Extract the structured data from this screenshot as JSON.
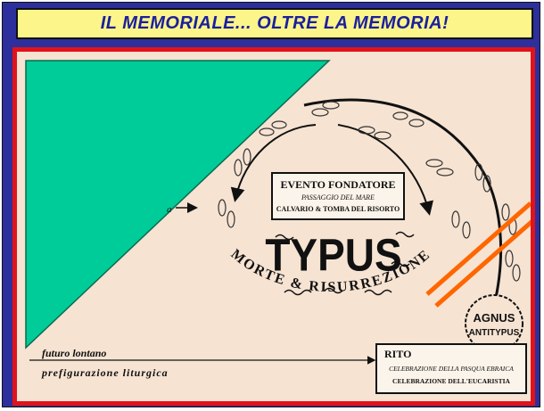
{
  "title": "IL MEMORIALE... OLTRE LA MEMORIA!",
  "event_box": {
    "title": "EVENTO FONDATORE",
    "line1": "PASSAGGIO DEL MARE",
    "line2": "CALVARIO & TOMBA DEL RISORTO"
  },
  "typus": "TYPUS",
  "arc_text": "MORTE & RISURREZIONE",
  "agnus": {
    "line1": "AGNUS",
    "line2": "ANTITYPUS"
  },
  "rito_box": {
    "title": "RITO",
    "line1": "CELEBRAZIONE DELLA PASQUA EBRAICA",
    "line2": "CELEBRAZIONE DELL'EUCARISTIA"
  },
  "bottom_left": {
    "line1": "futuro lontano",
    "line2": "prefigurazione liturgica"
  },
  "colors": {
    "outer_bg": "#2d2f9c",
    "title_bg": "#fbf58a",
    "title_text": "#1b1f9e",
    "panel_bg": "#f6e3d2",
    "panel_border": "#e2121a",
    "triangle": "#00cc99",
    "strike": "#ff6600"
  }
}
